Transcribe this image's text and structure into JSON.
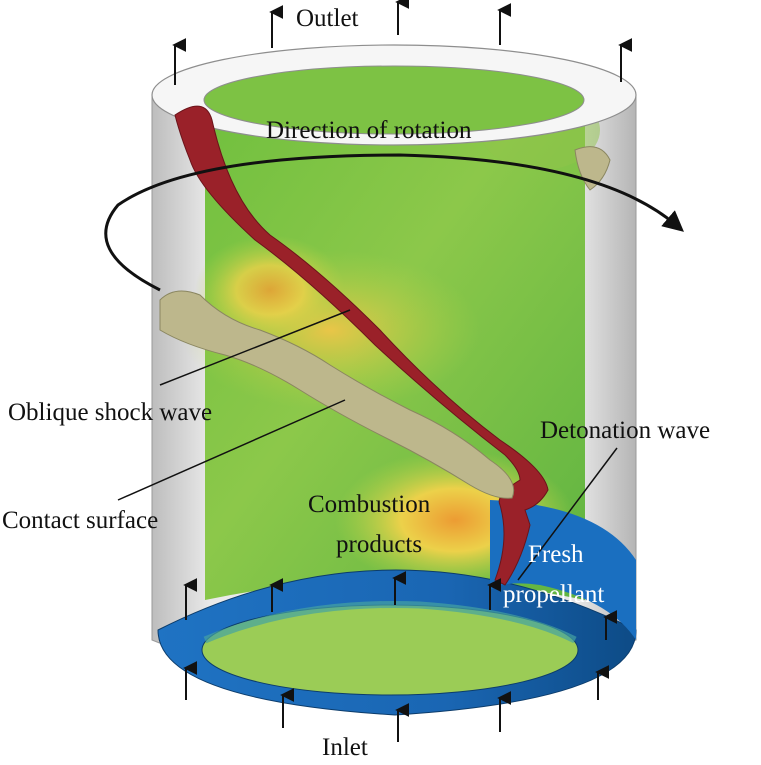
{
  "labels": {
    "outlet": "Outlet",
    "direction": "Direction of rotation",
    "oblique_shock": "Oblique shock wave",
    "contact_surface": "Contact surface",
    "detonation_wave": "Detonation wave",
    "combustion_line1": "Combustion",
    "combustion_line2": "products",
    "fresh_line1": "Fresh",
    "fresh_line2": "propellant",
    "inlet": "Inlet"
  },
  "colors": {
    "outer_wall": "#dcdcdc",
    "inner_field_green": "#7cc243",
    "hot_yellow": "#f2d44a",
    "hot_orange": "#f0a335",
    "detonation_red": "#9a2129",
    "contact_olive": "#b9b48a",
    "fresh_blue": "#1a6fc0"
  }
}
